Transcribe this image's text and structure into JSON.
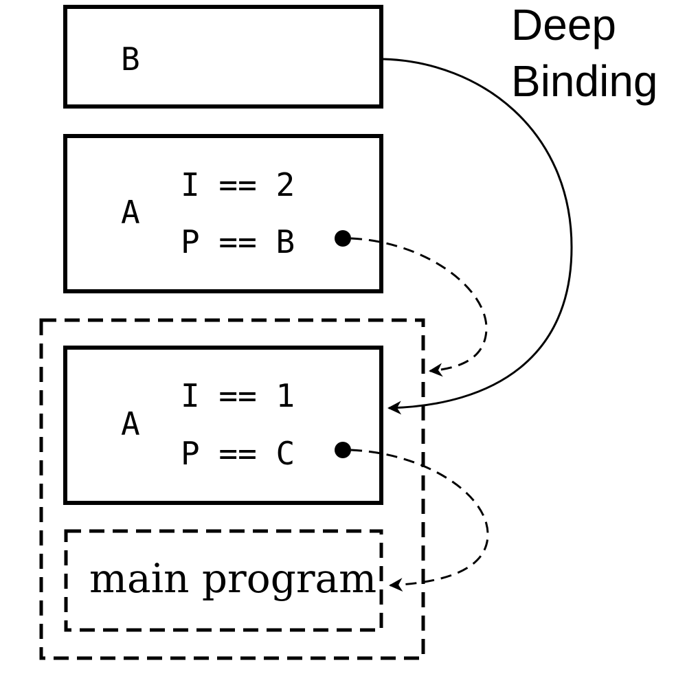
{
  "title": {
    "line1": "Deep",
    "line2": "Binding"
  },
  "frames": {
    "frame_b": {
      "name": "B"
    },
    "frame_a2": {
      "name": "A",
      "var_i": "I == 2",
      "var_p": "P == B"
    },
    "frame_a1": {
      "name": "A",
      "var_i": "I == 1",
      "var_p": "P == C"
    },
    "main": {
      "label": "main program"
    }
  },
  "colors": {
    "stroke": "#000000",
    "background": "#ffffff"
  }
}
